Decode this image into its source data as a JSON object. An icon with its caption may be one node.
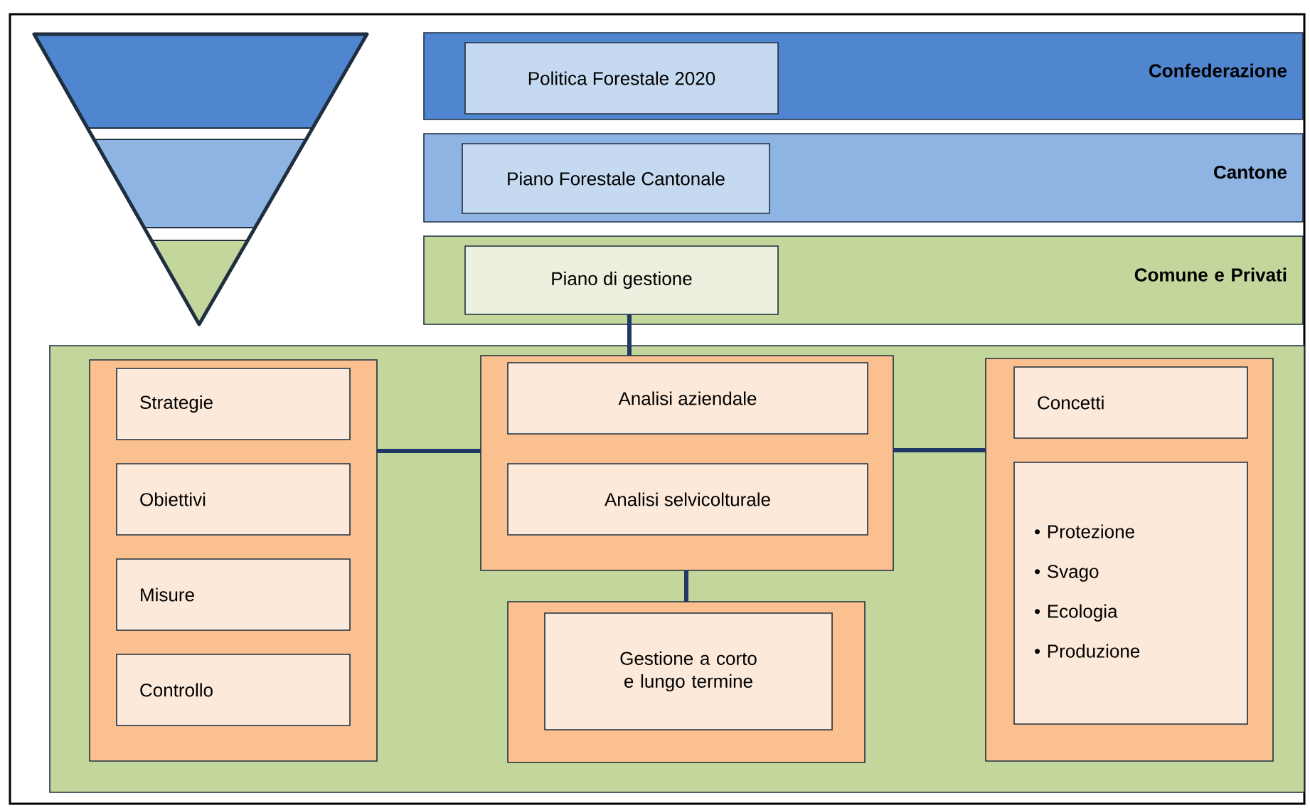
{
  "diagram": {
    "nodes": [
      {
        "text": [
          "Confederazione"
        ]
      },
      {
        "text": [
          "Politica Forestale 2020"
        ],
        "in": 0
      },
      {
        "text": [
          "Cantone"
        ]
      },
      {
        "text": [
          "Piano Forestale Cantonale"
        ],
        "in": 2
      },
      {
        "text": [
          "Comune e Privati"
        ]
      },
      {
        "text": [
          "Piano di gestione"
        ],
        "in": 4
      },
      {
        "text": [],
        "shape": "box"
      },
      {
        "text": [],
        "shape": "box",
        "in": 6
      },
      {
        "text": [
          "Strategie"
        ],
        "in": 7
      },
      {
        "text": [
          "Obiettivi"
        ],
        "in": 7
      },
      {
        "text": [
          "Misure"
        ],
        "in": 7
      },
      {
        "text": [
          "Controllo"
        ],
        "in": 7
      },
      {
        "text": [],
        "shape": "box",
        "in": 6
      },
      {
        "text": [
          "Analisi aziendale"
        ],
        "in": 12
      },
      {
        "text": [
          "Analisi selvicolturale"
        ],
        "in": 12
      },
      {
        "text": [],
        "shape": "box",
        "in": 6
      },
      {
        "text": [
          "Gestione a corto e lungo termine"
        ],
        "in": 15
      },
      {
        "text": [],
        "shape": "box",
        "in": 6
      },
      {
        "text": [
          "Concetti"
        ],
        "in": 17
      },
      {
        "text": [
          "• Protezione",
          "• Svago",
          "• Ecologia",
          "• Produzione"
        ],
        "in": 17
      }
    ],
    "edges": [
      {
        "from": 5,
        "to": 12,
        "arrow": "none"
      },
      {
        "from": 12,
        "to": 7,
        "arrow": "none"
      },
      {
        "from": 12,
        "to": 17,
        "arrow": "none"
      },
      {
        "from": 12,
        "to": 15,
        "arrow": "none"
      }
    ]
  }
}
